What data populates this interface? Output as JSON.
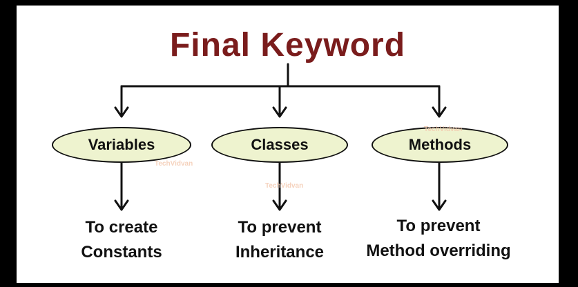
{
  "diagram": {
    "title": "Final Keyword",
    "nodes": [
      {
        "label": "Variables",
        "description_line1": "To create",
        "description_line2": "Constants"
      },
      {
        "label": "Classes",
        "description_line1": "To prevent",
        "description_line2": "Inheritance"
      },
      {
        "label": "Methods",
        "description_line1": "To prevent",
        "description_line2": "Method overriding"
      }
    ],
    "watermark": "TechVidvan",
    "colors": {
      "title": "#7a1c1c",
      "node_fill": "#eef3cf",
      "lines": "#111111",
      "frame": "#000000"
    }
  }
}
